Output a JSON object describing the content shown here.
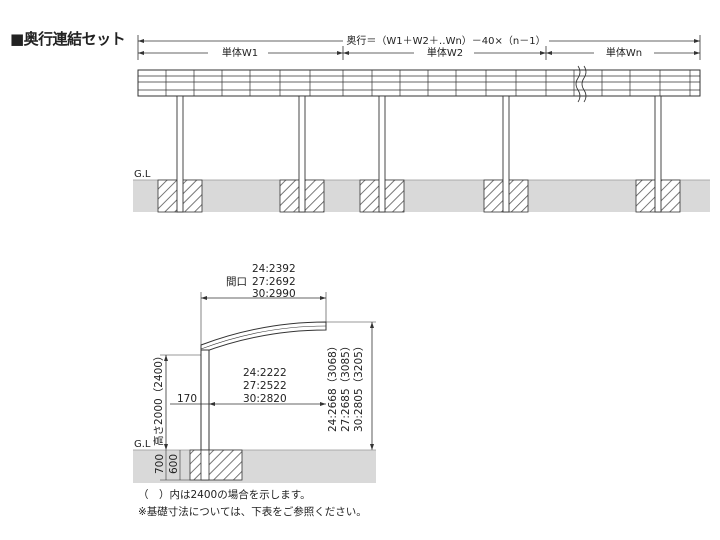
{
  "title": "■奥行連結セット",
  "top_view": {
    "overall_dim": "奥行＝（W1＋W2＋‥Wn）－40×（n－1）",
    "unit_labels": [
      "単体W1",
      "単体W2",
      "単体Wn"
    ],
    "gl_label": "G.L"
  },
  "side_view": {
    "opening_label": "間口",
    "opening_values": [
      "24:2392",
      "27:2692",
      "30:2990"
    ],
    "inner_values": [
      "24:2222",
      "27:2522",
      "30:2820"
    ],
    "offset_label": "170",
    "height_label": "高さ2000（2400）",
    "total_height_values": [
      "24:2668（3068）",
      "27:2685（3085）",
      "30:2805（3205）"
    ],
    "gl_label": "G.L",
    "foundation_depth_outer": "700",
    "foundation_depth_inner": "600"
  },
  "notes": [
    "（　）内は2400の場合を示します。",
    "※基礎寸法については、下表をご参照ください。"
  ],
  "colors": {
    "ground": "#d9d9d9",
    "line": "#333333",
    "hatch": "#555555"
  }
}
